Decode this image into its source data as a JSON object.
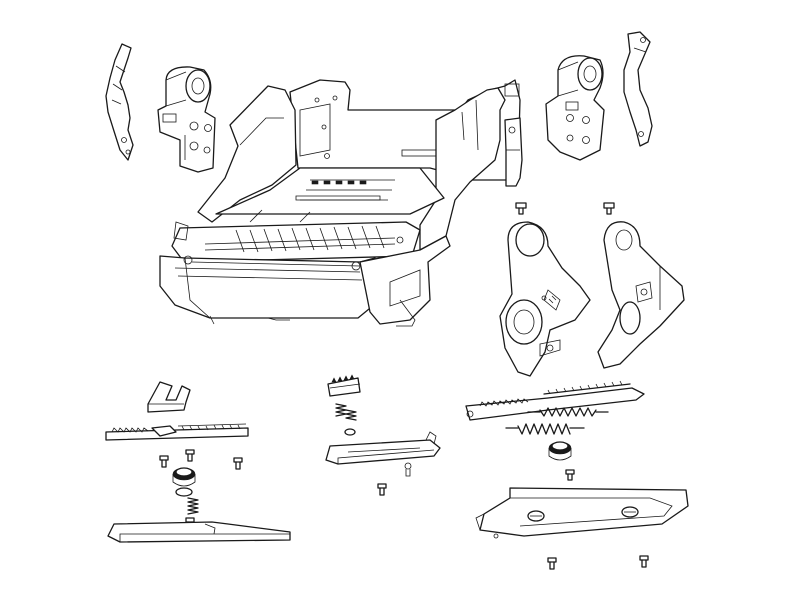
{
  "diagram": {
    "kind": "exploded-parts-view",
    "colors": {
      "line": "#1a1a1a",
      "background": "#ffffff"
    },
    "parts": [
      "left-side-lever",
      "left-roller-bearing-bracket",
      "main-chassis-frame",
      "right-roller-bearing-bracket",
      "right-side-lever",
      "upper-left-screw",
      "upper-right-screw",
      "left-roller-arm",
      "right-roller-arm",
      "left-latch-clip",
      "left-rack-bar",
      "left-gear",
      "left-spring",
      "left-base-plate",
      "center-connector",
      "center-springs",
      "center-slide-plate",
      "right-rack-bar",
      "right-extension-springs",
      "right-gear",
      "right-tray"
    ]
  }
}
